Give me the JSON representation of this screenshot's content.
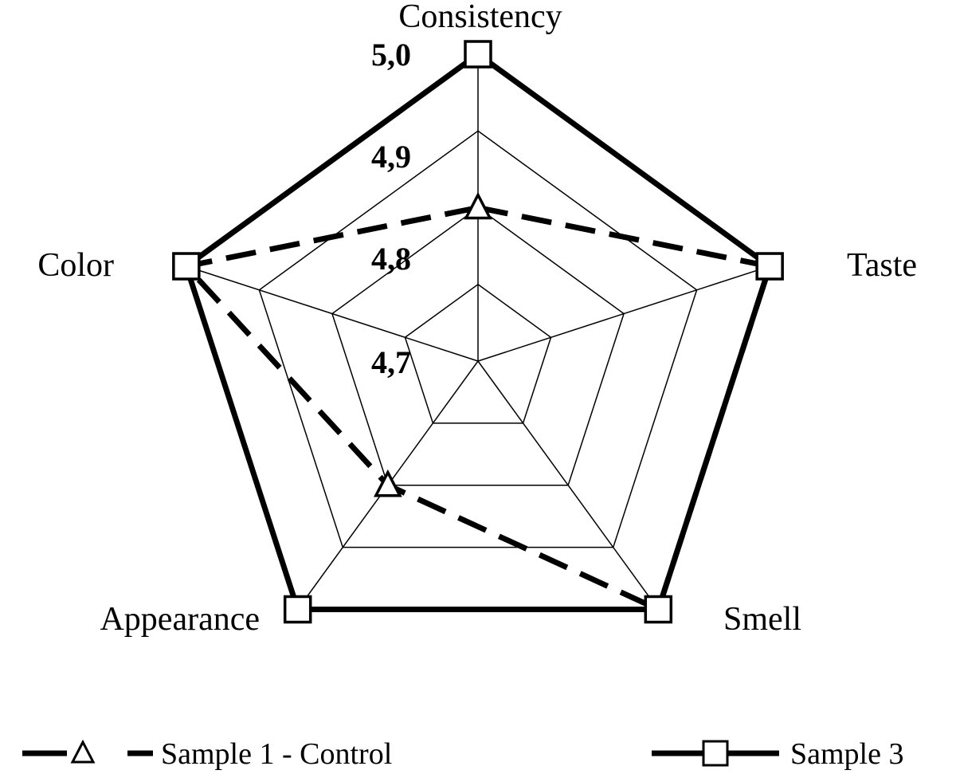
{
  "chart_data": {
    "type": "radar",
    "axes": [
      "Consistency",
      "Taste",
      "Smell",
      "Appearance",
      "Color"
    ],
    "scale": {
      "min": 4.6,
      "max": 5.0,
      "ticks": [
        "4,7",
        "4,8",
        "4,9",
        "5,0"
      ]
    },
    "series": [
      {
        "name": "Sample 1 - Control",
        "values": [
          4.8,
          5.0,
          5.0,
          4.8,
          5.0
        ],
        "line_style": "dashed",
        "marker": "triangle"
      },
      {
        "name": "Sample 3",
        "values": [
          5.0,
          5.0,
          5.0,
          5.0,
          5.0
        ],
        "line_style": "solid",
        "marker": "square"
      }
    ],
    "grid": true,
    "legend_position": "bottom"
  }
}
